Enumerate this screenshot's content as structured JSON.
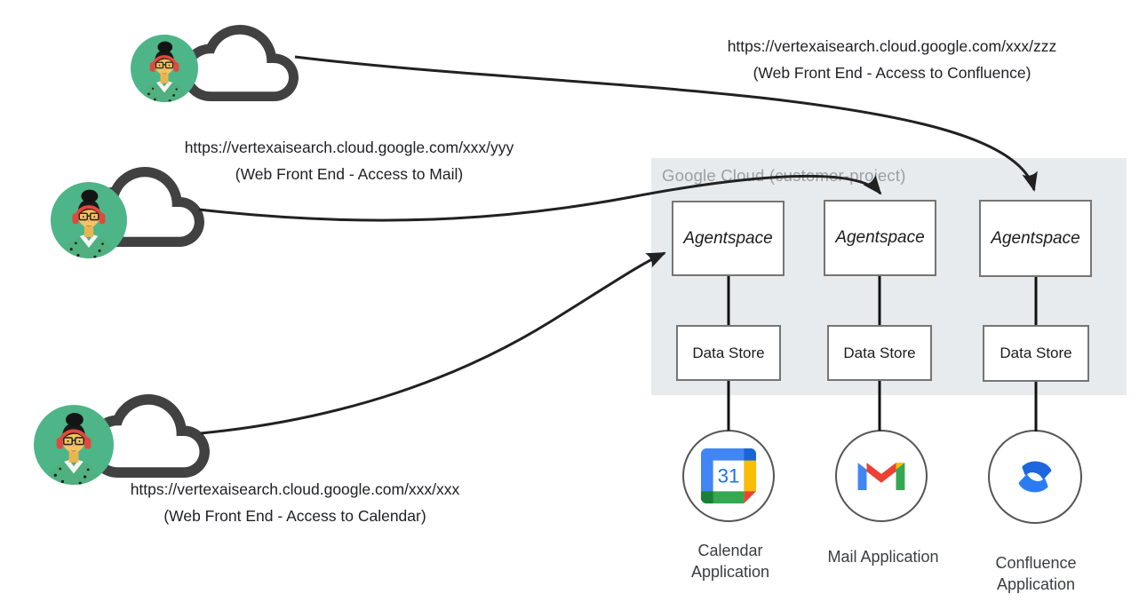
{
  "users": [
    {
      "role": "confluence-user",
      "url": "https://vertexaisearch.cloud.google.com/xxx/zzz",
      "caption": "(Web Front End - Access to Confluence)"
    },
    {
      "role": "mail-user",
      "url": "https://vertexaisearch.cloud.google.com/xxx/yyy",
      "caption": "(Web Front End - Access to Mail)"
    },
    {
      "role": "calendar-user",
      "url": "https://vertexaisearch.cloud.google.com/xxx/xxx",
      "caption": "(Web Front End - Access to Calendar)"
    }
  ],
  "gcp": {
    "label": "Google Cloud (customer-project)"
  },
  "columns": [
    {
      "agent": "Agentspace",
      "store": "Data Store",
      "app_label": "Calendar Application",
      "icon": "google-calendar-icon",
      "icon_text": "31"
    },
    {
      "agent": "Agentspace",
      "store": "Data Store",
      "app_label": "Mail Application",
      "icon": "gmail-icon"
    },
    {
      "agent": "Agentspace",
      "store": "Data Store",
      "app_label": "Confluence Application",
      "icon": "confluence-icon"
    }
  ],
  "colors": {
    "container_bg": "#e8ebed",
    "container_label": "#9aa0a6",
    "box_border": "#757575",
    "arrow": "#212121",
    "avatar_bg": "#4db588",
    "headphones_red": "#e2483d",
    "google_blue": "#4285F4",
    "google_dark_blue": "#1967D2",
    "google_red": "#EA4335",
    "google_yellow": "#FBBC04",
    "google_green": "#34A853",
    "google_dark_green": "#188038",
    "confluence_blue": "#1d66dd"
  }
}
